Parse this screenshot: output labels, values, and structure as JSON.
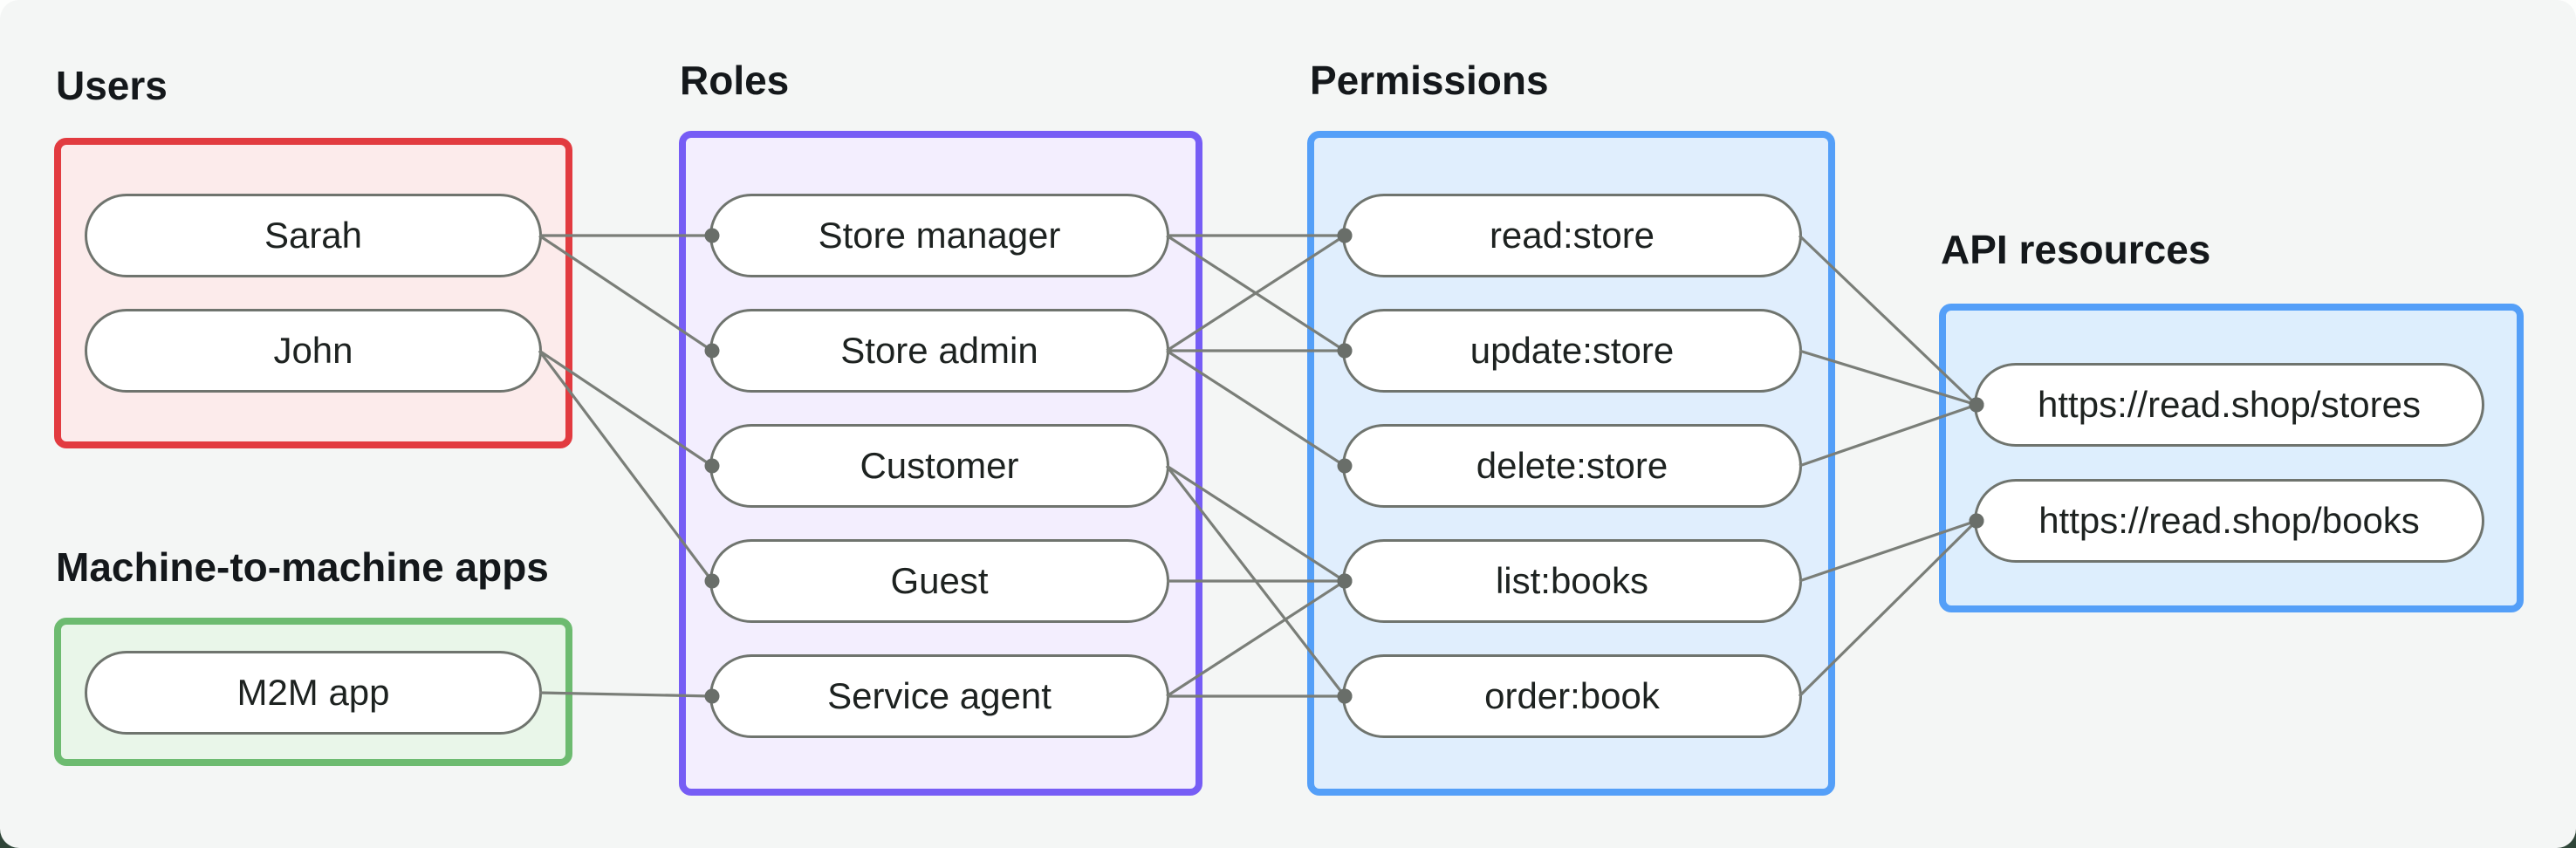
{
  "groups": {
    "users": {
      "label": "Users",
      "nodes": [
        {
          "id": "sarah",
          "label": "Sarah"
        },
        {
          "id": "john",
          "label": "John"
        }
      ]
    },
    "m2m": {
      "label": "Machine-to-machine apps",
      "nodes": [
        {
          "id": "m2m-app",
          "label": "M2M app"
        }
      ]
    },
    "roles": {
      "label": "Roles",
      "nodes": [
        {
          "id": "store-manager",
          "label": "Store manager"
        },
        {
          "id": "store-admin",
          "label": "Store admin"
        },
        {
          "id": "customer",
          "label": "Customer"
        },
        {
          "id": "guest",
          "label": "Guest"
        },
        {
          "id": "service-agent",
          "label": "Service agent"
        }
      ]
    },
    "permissions": {
      "label": "Permissions",
      "nodes": [
        {
          "id": "read-store",
          "label": "read:store"
        },
        {
          "id": "update-store",
          "label": "update:store"
        },
        {
          "id": "delete-store",
          "label": "delete:store"
        },
        {
          "id": "list-books",
          "label": "list:books"
        },
        {
          "id": "order-book",
          "label": "order:book"
        }
      ]
    },
    "api": {
      "label": "API resources",
      "nodes": [
        {
          "id": "stores-api",
          "label": "https://read.shop/stores"
        },
        {
          "id": "books-api",
          "label": "https://read.shop/books"
        }
      ]
    }
  },
  "edges": [
    [
      "sarah",
      "store-manager"
    ],
    [
      "sarah",
      "store-admin"
    ],
    [
      "john",
      "customer"
    ],
    [
      "john",
      "guest"
    ],
    [
      "m2m-app",
      "service-agent"
    ],
    [
      "store-manager",
      "read-store"
    ],
    [
      "store-manager",
      "update-store"
    ],
    [
      "store-admin",
      "read-store"
    ],
    [
      "store-admin",
      "update-store"
    ],
    [
      "store-admin",
      "delete-store"
    ],
    [
      "customer",
      "list-books"
    ],
    [
      "customer",
      "order-book"
    ],
    [
      "guest",
      "list-books"
    ],
    [
      "service-agent",
      "list-books"
    ],
    [
      "service-agent",
      "order-book"
    ],
    [
      "read-store",
      "stores-api"
    ],
    [
      "update-store",
      "stores-api"
    ],
    [
      "delete-store",
      "stores-api"
    ],
    [
      "list-books",
      "books-api"
    ],
    [
      "order-book",
      "books-api"
    ]
  ],
  "colors": {
    "background": "#f4f6f5",
    "users_border": "#e23b40",
    "users_fill": "#fcebeb",
    "m2m_border": "#6dbb70",
    "m2m_fill": "#e9f6e9",
    "roles_border": "#765df5",
    "roles_fill": "#f3eefe",
    "permissions_border": "#549ff8",
    "permissions_fill": "#e0eefd",
    "api_border": "#549ff8",
    "api_fill": "#ddeefd",
    "edge_line": "#7a7e78",
    "edge_dot": "#696e69",
    "node_border": "#6f746e",
    "node_fill": "#ffffff"
  }
}
